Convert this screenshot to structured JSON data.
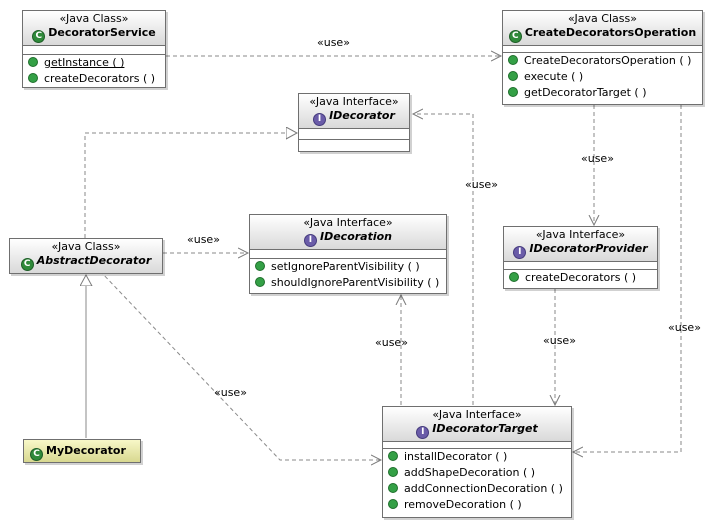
{
  "colors": {
    "method_dot": "#34a046",
    "class_icon": "#2f8a3a",
    "interface_icon": "#6a5ca8",
    "header_gradient_end": "#d9d9d9",
    "selected_class_fill": "#d8d890",
    "connector": "#7a7a7a"
  },
  "icons": {
    "class": "C",
    "interface": "I"
  },
  "boxes": {
    "decorator_service": {
      "stereotype": "«Java Class»",
      "name": "DecoratorService",
      "methods": [
        "getInstance ( )",
        "createDecorators ( )"
      ]
    },
    "create_decorators_operation": {
      "stereotype": "«Java Class»",
      "name": "CreateDecoratorsOperation",
      "methods": [
        "CreateDecoratorsOperation ( )",
        "execute ( )",
        "getDecoratorTarget ( )"
      ]
    },
    "i_decorator": {
      "stereotype": "«Java Interface»",
      "name": "IDecorator"
    },
    "i_decoration": {
      "stereotype": "«Java Interface»",
      "name": "IDecoration",
      "methods": [
        "setIgnoreParentVisibility ( )",
        "shouldIgnoreParentVisibility ( )"
      ]
    },
    "abstract_decorator": {
      "stereotype": "«Java Class»",
      "name": "AbstractDecorator"
    },
    "i_decorator_provider": {
      "stereotype": "«Java Interface»",
      "name": "IDecoratorProvider",
      "methods": [
        "createDecorators ( )"
      ]
    },
    "my_decorator": {
      "name": "MyDecorator"
    },
    "i_decorator_target": {
      "stereotype": "«Java Interface»",
      "name": "IDecoratorTarget",
      "methods": [
        "installDecorator ( )",
        "addShapeDecoration ( )",
        "addConnectionDecoration ( )",
        "removeDecoration ( )"
      ]
    }
  },
  "edge_labels": {
    "service_to_operation": "«use»",
    "operation_to_provider": "«use»",
    "target_to_idecorator": "«use»",
    "abstract_to_idecoration": "«use»",
    "target_to_idecoration": "«use»",
    "provider_to_target": "«use»",
    "operation_to_target": "«use»",
    "abstract_to_target": "«use»"
  }
}
